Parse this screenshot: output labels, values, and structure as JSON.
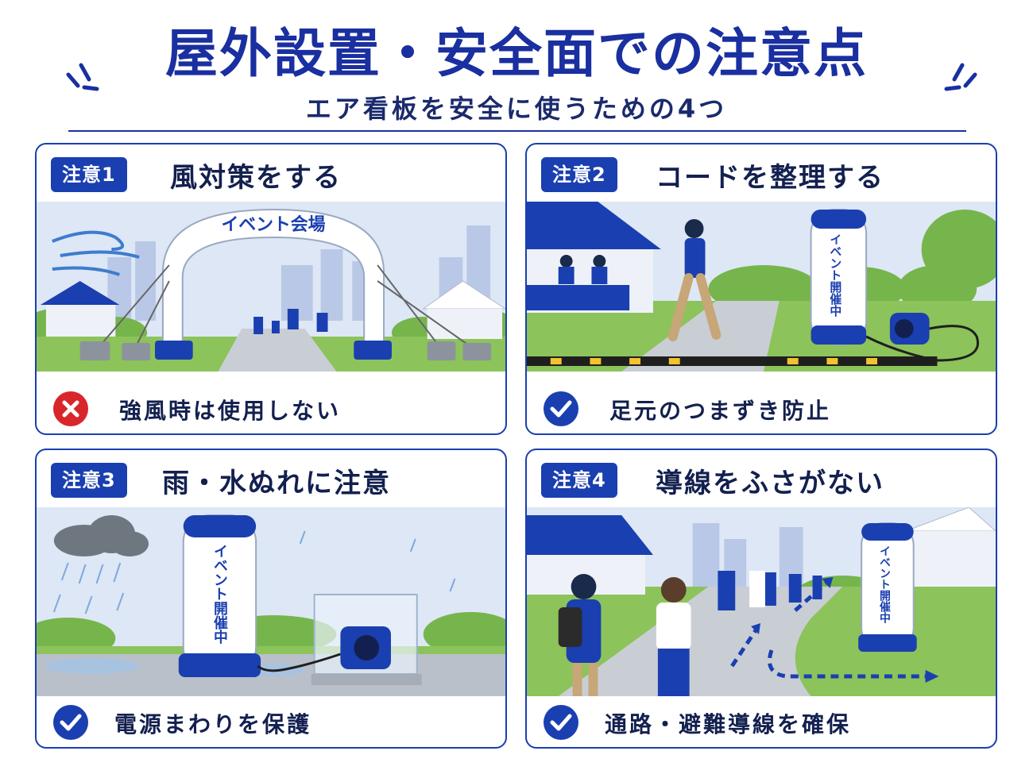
{
  "header": {
    "title": "屋外設置・安全面での注意点",
    "subtitle": "エア看板を安全に使うための4つ"
  },
  "colors": {
    "primary": "#1a3fb0",
    "navy": "#13204f",
    "danger": "#d9262b",
    "sky": "#dde7f5",
    "grass": "#7cbf4a"
  },
  "cards": [
    {
      "badge": "注意1",
      "title": "風対策をする",
      "sign_text": "イベント会場",
      "foot_icon": "cross-icon",
      "foot_text": "強風時は使用しない"
    },
    {
      "badge": "注意2",
      "title": "コードを整理する",
      "sign_text": "イベント開催中",
      "foot_icon": "check-icon",
      "foot_text": "足元のつまずき防止"
    },
    {
      "badge": "注意3",
      "title": "雨・水ぬれに注意",
      "sign_text": "イベント開催中",
      "foot_icon": "check-icon",
      "foot_text": "電源まわりを保護"
    },
    {
      "badge": "注意4",
      "title": "導線をふさがない",
      "sign_text": "イベント開催中",
      "foot_icon": "check-icon",
      "foot_text": "通路・避難導線を確保"
    }
  ]
}
